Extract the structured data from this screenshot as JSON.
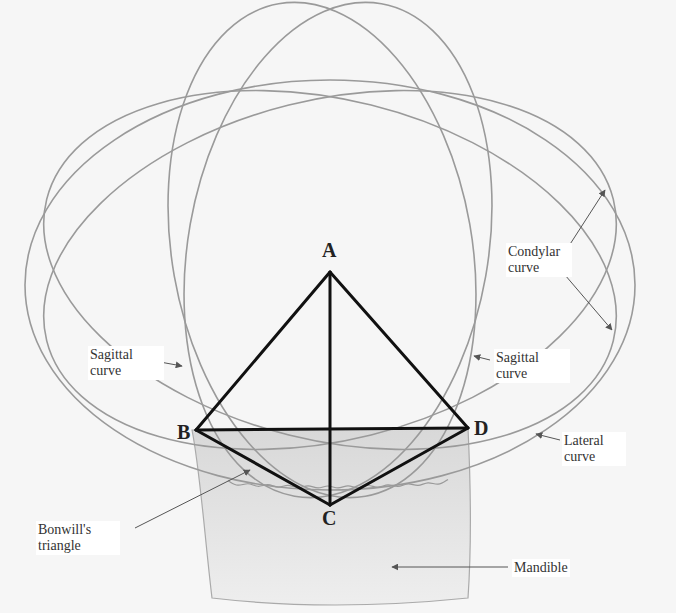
{
  "diagram": {
    "labels": [
      "A",
      "B",
      "C",
      "D",
      "Sagittal curve",
      "Sagittal curve",
      "Condylar curve",
      "Lateral curve",
      "Bonwill's triangle",
      "Mandible"
    ]
  }
}
